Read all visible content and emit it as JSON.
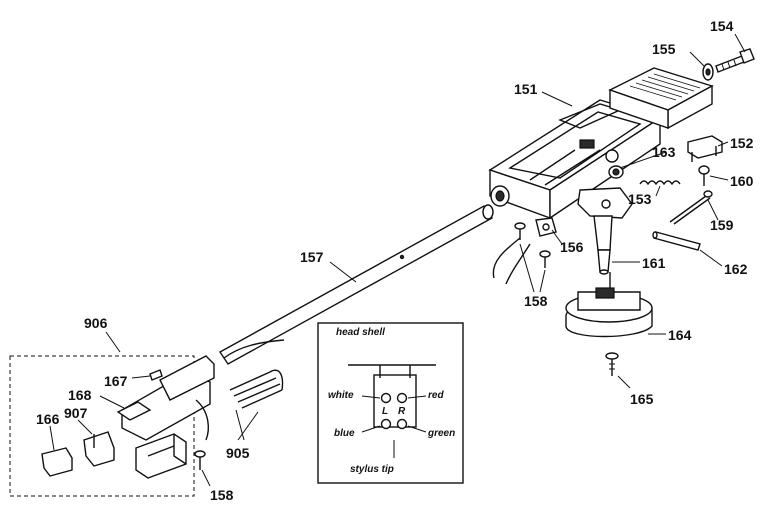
{
  "labels": {
    "p154": "154",
    "p155": "155",
    "p151": "151",
    "p152": "152",
    "p163": "163",
    "p160": "160",
    "p153": "153",
    "p159": "159",
    "p156": "156",
    "p161": "161",
    "p162": "162",
    "p157": "157",
    "p158a": "158",
    "p164": "164",
    "p165": "165",
    "p906": "906",
    "p167": "167",
    "p168": "168",
    "p907": "907",
    "p166": "166",
    "p905": "905",
    "p158b": "158"
  },
  "inset": {
    "title": "head shell",
    "white": "white",
    "red": "red",
    "blue": "blue",
    "green": "green",
    "L": "L",
    "R": "R",
    "stylus": "stylus tip"
  }
}
